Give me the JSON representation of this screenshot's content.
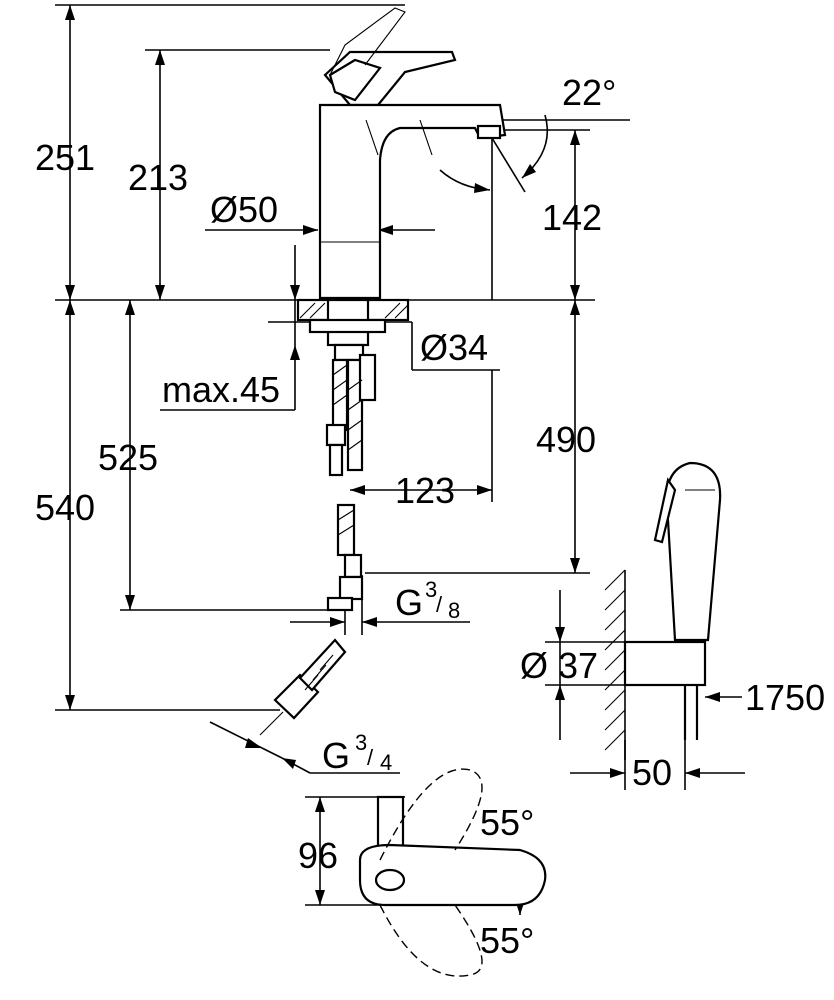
{
  "dimensions": {
    "total_height_above": "251",
    "spout_height": "213",
    "base_diameter": "Ø50",
    "lever_angle": "22°",
    "spout_outlet_height": "142",
    "pipe_diameter": "Ø34",
    "max_deck_thickness": "max.45",
    "hose_length_525": "525",
    "hose_length_540": "540",
    "spout_reach_490": "490",
    "spout_projection": "123",
    "connection_thread_main": "G",
    "connection_thread_main_num": "3",
    "connection_thread_main_den": "8",
    "connection_thread_hose": "G",
    "connection_thread_hose_num": "3",
    "connection_thread_hose_den": "4",
    "holder_diameter": "Ø 37",
    "hose_length_1750": "1750",
    "holder_projection": "50",
    "top_view_depth": "96",
    "top_angle_upper": "55°",
    "top_angle_lower": "55°"
  }
}
